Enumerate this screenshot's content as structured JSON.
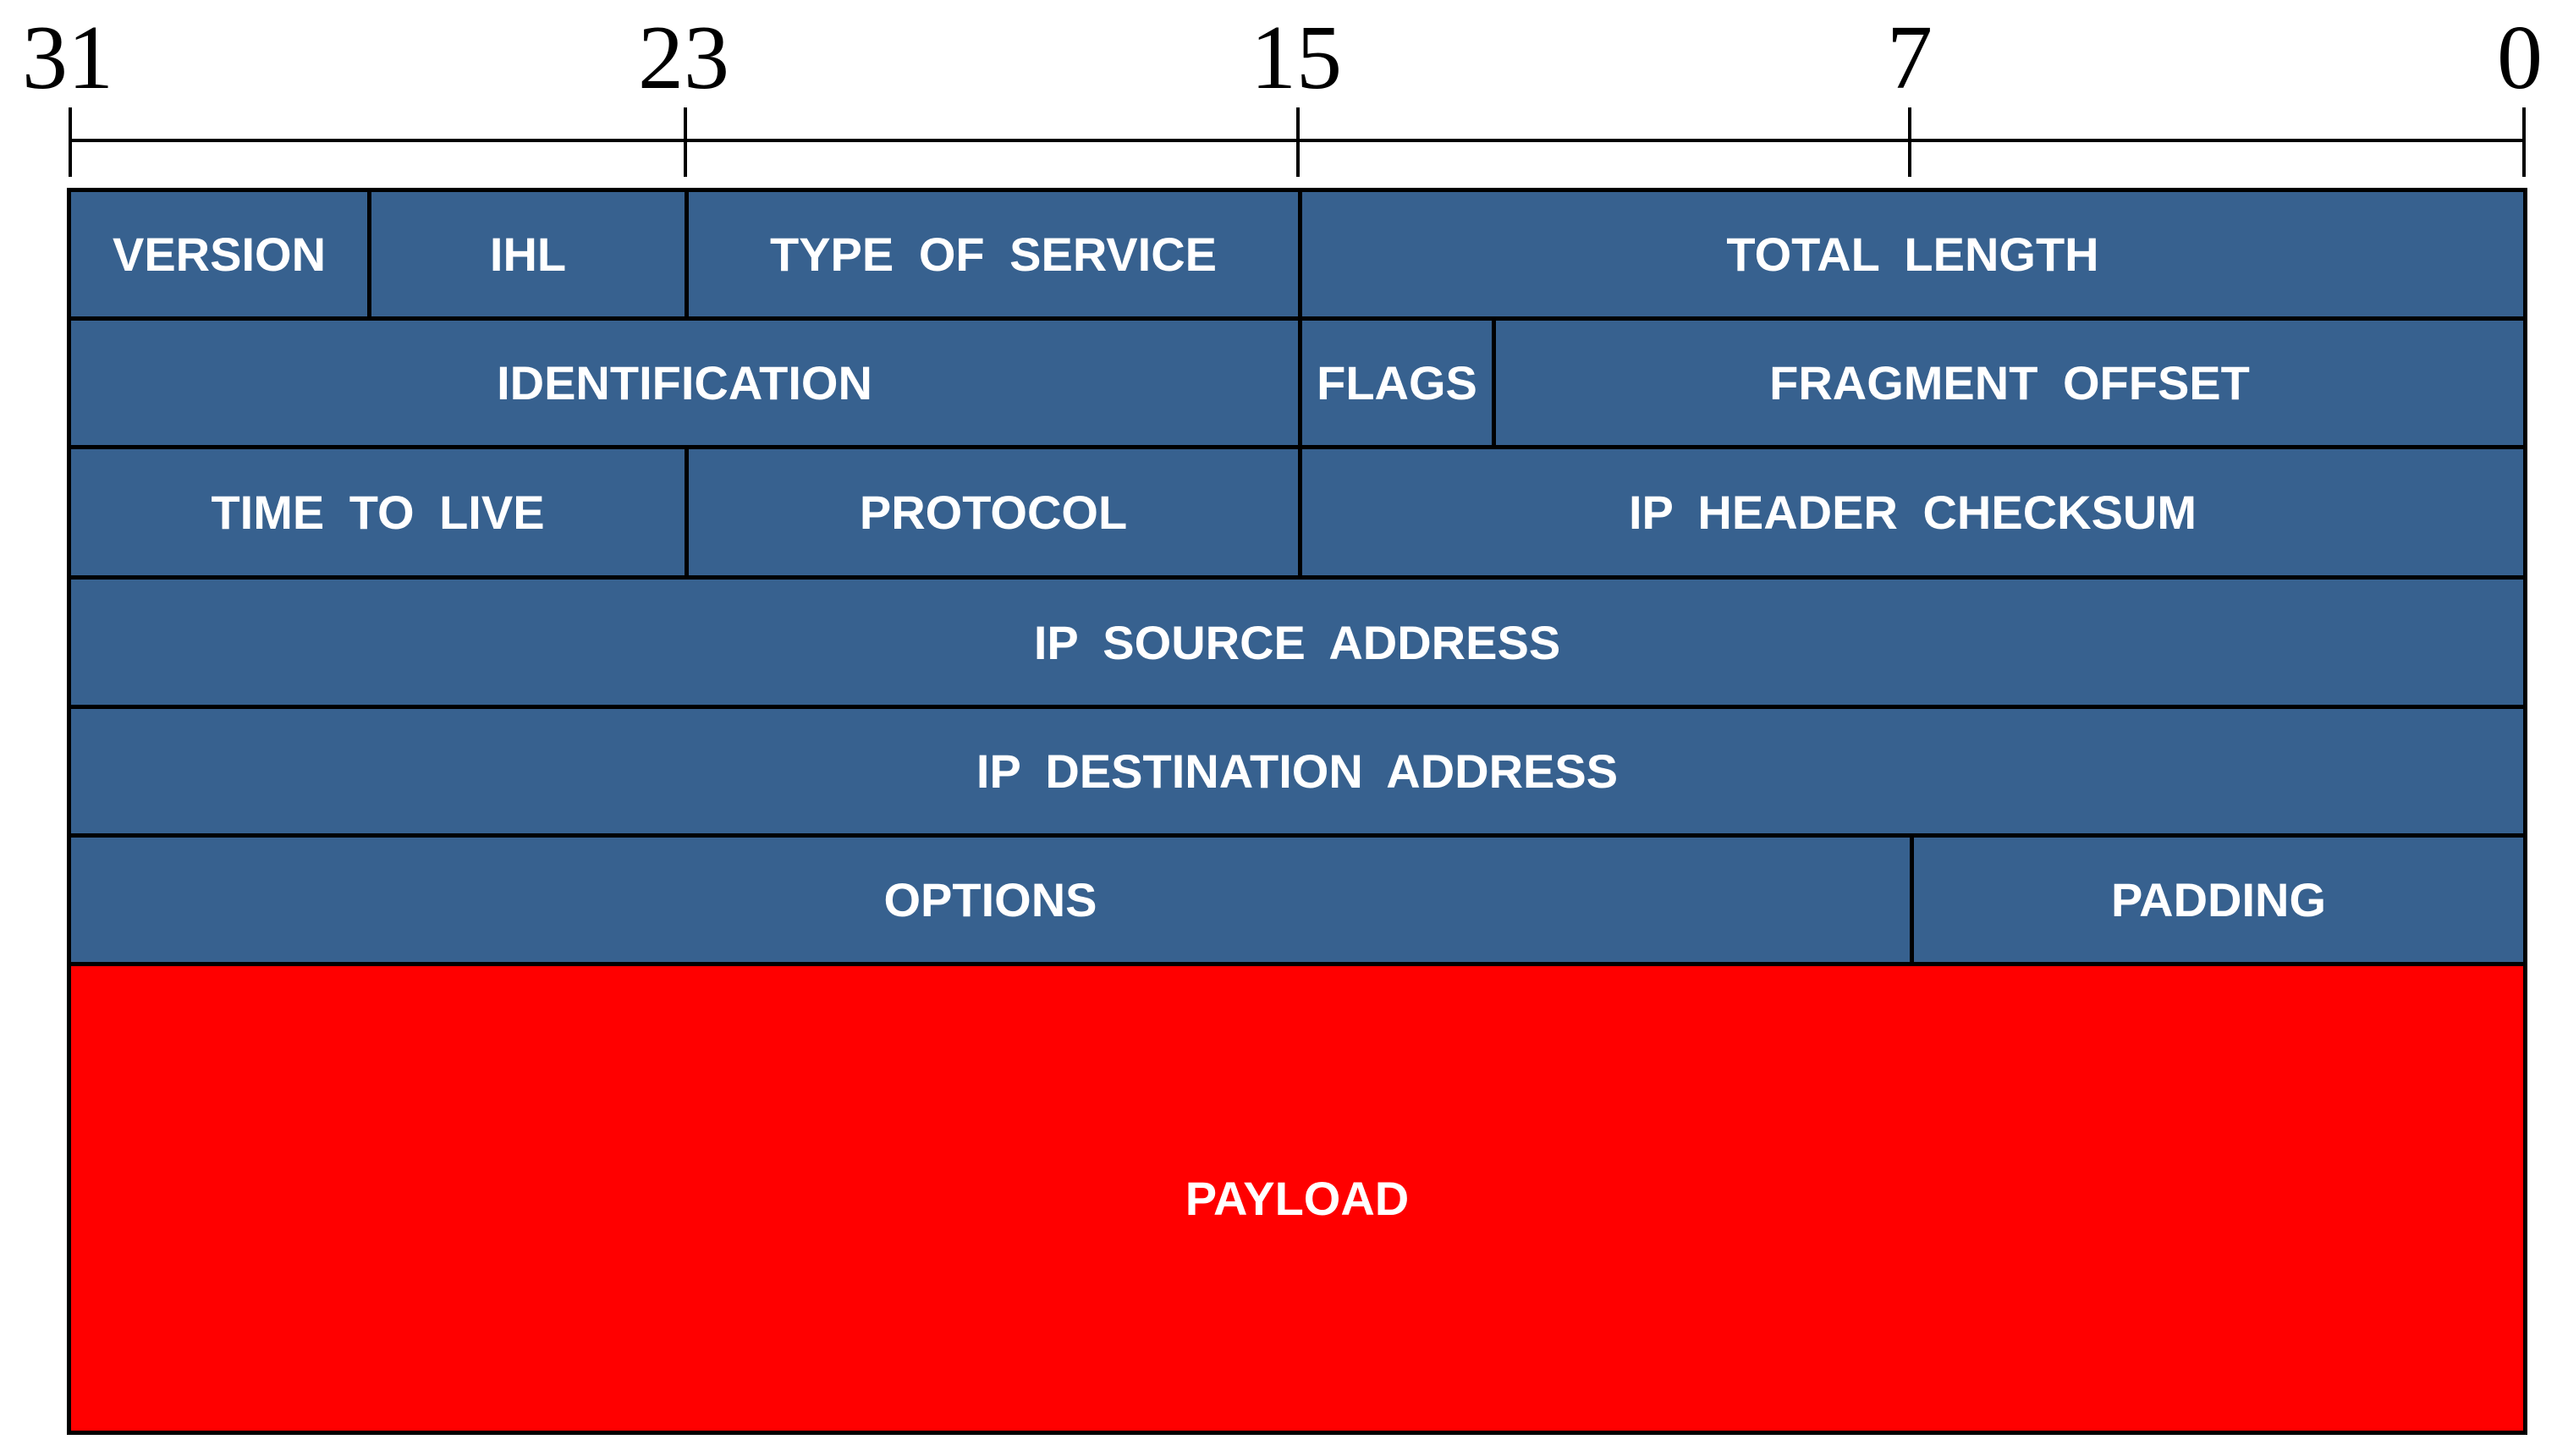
{
  "ruler": {
    "ticks": [
      "31",
      "23",
      "15",
      "7",
      "0"
    ]
  },
  "colors": {
    "header_field": "#37618f",
    "payload": "#ff0000",
    "border": "#000000"
  },
  "header": {
    "version": "VERSION",
    "ihl": "IHL",
    "type_of_service": "TYPE OF SERVICE",
    "total_length": "TOTAL LENGTH",
    "identification": "IDENTIFICATION",
    "flags": "FLAGS",
    "fragment_offset": "FRAGMENT OFFSET",
    "time_to_live": "TIME TO LIVE",
    "protocol": "PROTOCOL",
    "ip_header_checksum": "IP HEADER CHECKSUM",
    "ip_source_address": "IP SOURCE ADDRESS",
    "ip_destination_address": "IP DESTINATION ADDRESS",
    "options": "OPTIONS",
    "padding": "PADDING"
  },
  "payload": "PAYLOAD"
}
